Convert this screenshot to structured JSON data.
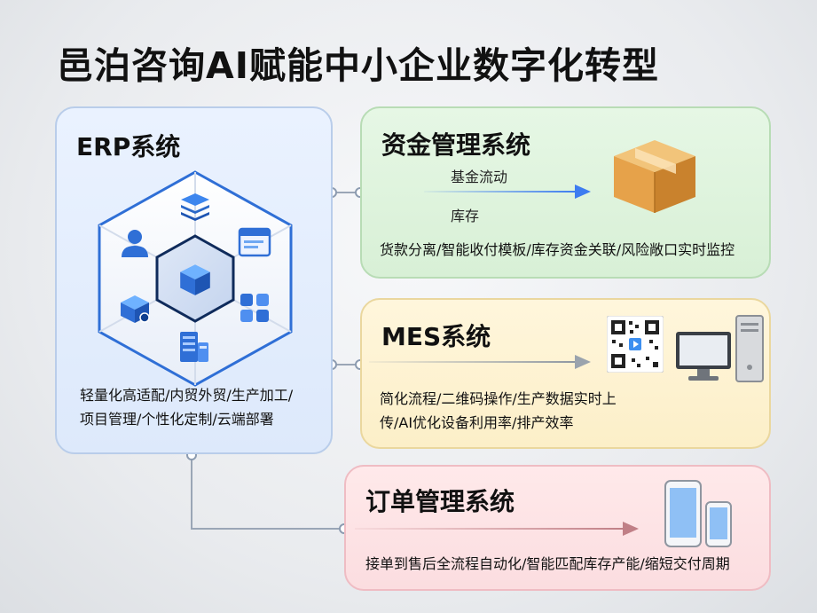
{
  "title": "邑泊咨询AI赋能中小企业数字化转型",
  "erp": {
    "title": "ERP系统",
    "desc_line1": "轻量化高适配/内贸外贸/生产加工/",
    "desc_line2": "项目管理/个性化定制/云端部署"
  },
  "fund": {
    "title": "资金管理系统",
    "flow_top": "基金流动",
    "flow_bottom": "库存",
    "desc": "货款分离/智能收付模板/库存资金关联/风险敞口实时监控"
  },
  "mes": {
    "title": "MES系统",
    "desc_line1": "简化流程/二维码操作/生产数据实时上",
    "desc_line2": "传/AI优化设备利用率/排产效率"
  },
  "order": {
    "title": "订单管理系统",
    "desc": "接单到售后全流程自动化/智能匹配库存产能/缩短交付周期"
  },
  "icons": {
    "user": "user-icon",
    "layers": "layers-icon",
    "window": "window-icon",
    "cube": "cube-icon",
    "package": "package-icon",
    "apps": "apps-grid-icon",
    "server": "server-icon",
    "box": "cardboard-box-icon",
    "qr": "qr-code-icon",
    "computer": "desktop-computer-icon",
    "phone": "smartphone-icon"
  },
  "colors": {
    "erp_accent": "#2f6fd6",
    "fund_bg": "#dff3dd",
    "mes_bg": "#fdf1cf",
    "order_bg": "#fde2e5",
    "arrow_blue": "#3d7cf0"
  }
}
